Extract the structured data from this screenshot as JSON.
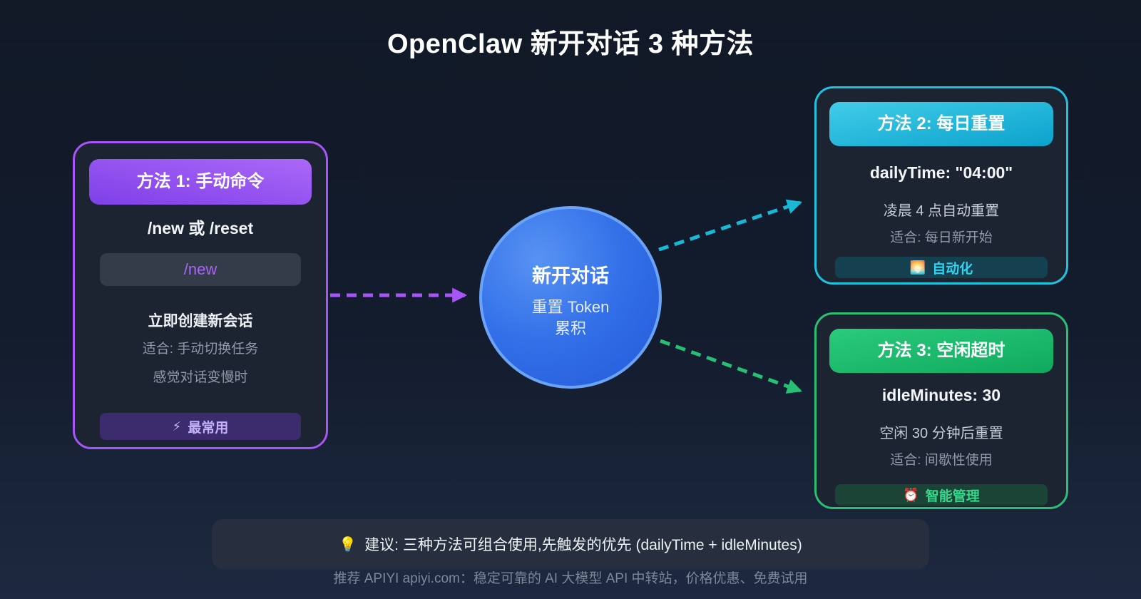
{
  "title": "OpenClaw 新开对话 3 种方法",
  "center": {
    "title": "新开对话",
    "line1": "重置 Token",
    "line2": "累积"
  },
  "methods": [
    {
      "header": "方法 1: 手动命令",
      "subtitle": "/new 或 /reset",
      "code": "/new",
      "desc": "立即创建新会话",
      "fit": "适合: 手动切换任务",
      "extra": "感觉对话变慢时",
      "badge_icon": "⚡",
      "badge_label": "最常用"
    },
    {
      "header": "方法 2: 每日重置",
      "subtitle": "dailyTime: \"04:00\"",
      "desc": "凌晨 4 点自动重置",
      "fit": "适合: 每日新开始",
      "badge_icon": "🌅",
      "badge_label": "自动化"
    },
    {
      "header": "方法 3: 空闲超时",
      "subtitle": "idleMinutes: 30",
      "desc": "空闲 30 分钟后重置",
      "fit": "适合: 间歇性使用",
      "badge_icon": "⏰",
      "badge_label": "智能管理"
    }
  ],
  "tip": {
    "icon": "💡",
    "text": "建议: 三种方法可组合使用,先触发的优先 (dailyTime + idleMinutes)"
  },
  "footer": "推荐 APIYI apiyi.com：稳定可靠的 AI 大模型 API 中转站，价格优惠、免费试用",
  "colors": {
    "purple_accent": "#a855f7",
    "cyan_accent": "#1fc3e0",
    "green_accent": "#2abf72",
    "node_blue": "#3370e8",
    "background": "#131c2d"
  }
}
